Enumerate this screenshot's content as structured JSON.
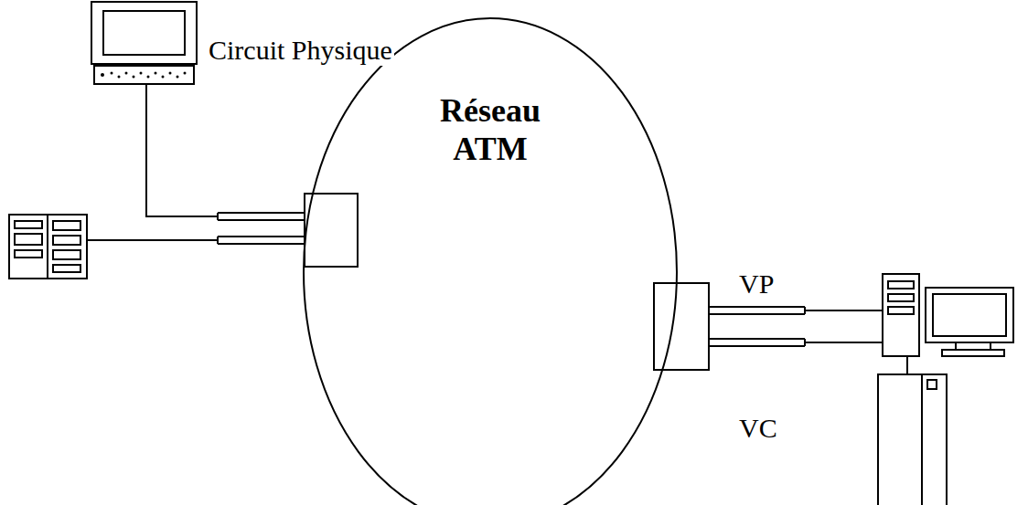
{
  "diagram": {
    "nodes": [
      {
        "text": [
          "Réseau ATM"
        ]
      }
    ],
    "labels": [
      "Circuit Physique",
      "VP",
      "VC"
    ]
  }
}
